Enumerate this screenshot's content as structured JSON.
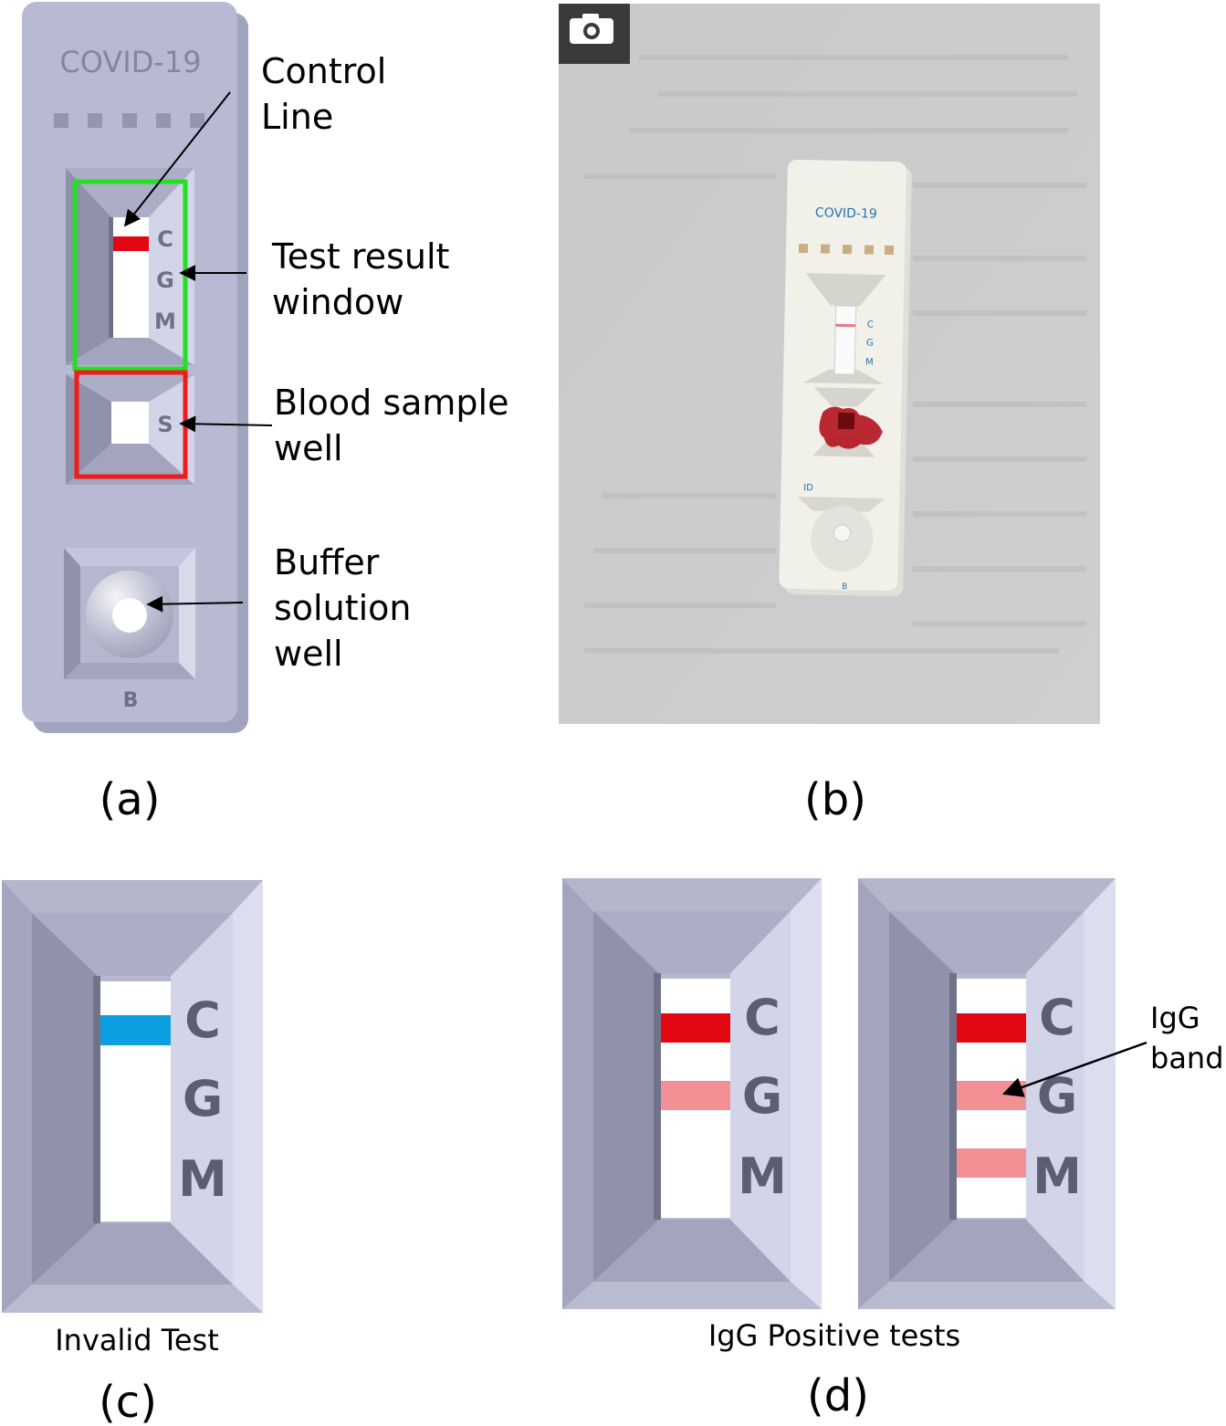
{
  "panel_a": {
    "device_title": "COVID-19",
    "letters": [
      "C",
      "G",
      "M"
    ],
    "sample_letter": "S",
    "buffer_letter": "B",
    "callouts": {
      "control_line": [
        "Control",
        "Line"
      ],
      "result_window": [
        "Test result",
        "window"
      ],
      "blood_well": [
        "Blood sample",
        "well"
      ],
      "buffer_well": [
        "Buffer",
        "solution",
        "well"
      ]
    },
    "caption": "(a)",
    "colors": {
      "result_window_box": "#22e022",
      "sample_well_box": "#ee1c1c",
      "control_line": "#e30613"
    }
  },
  "panel_b": {
    "camera_icon": "camera-icon",
    "device_title": "COVID-19",
    "letters": [
      "C",
      "G",
      "M"
    ],
    "id_label": "ID",
    "buffer_letter": "B",
    "caption": "(b)"
  },
  "panel_c": {
    "letters": [
      "C",
      "G",
      "M"
    ],
    "label": "Invalid Test",
    "caption": "(c)",
    "band_color": "#0ca0e0"
  },
  "panel_d": {
    "letters": [
      "C",
      "G",
      "M"
    ],
    "label": "IgG Positive tests",
    "callout": [
      "IgG",
      "band"
    ],
    "caption": "(d)",
    "strong_band_color": "#e30613",
    "faint_band_color": "#f29095"
  }
}
